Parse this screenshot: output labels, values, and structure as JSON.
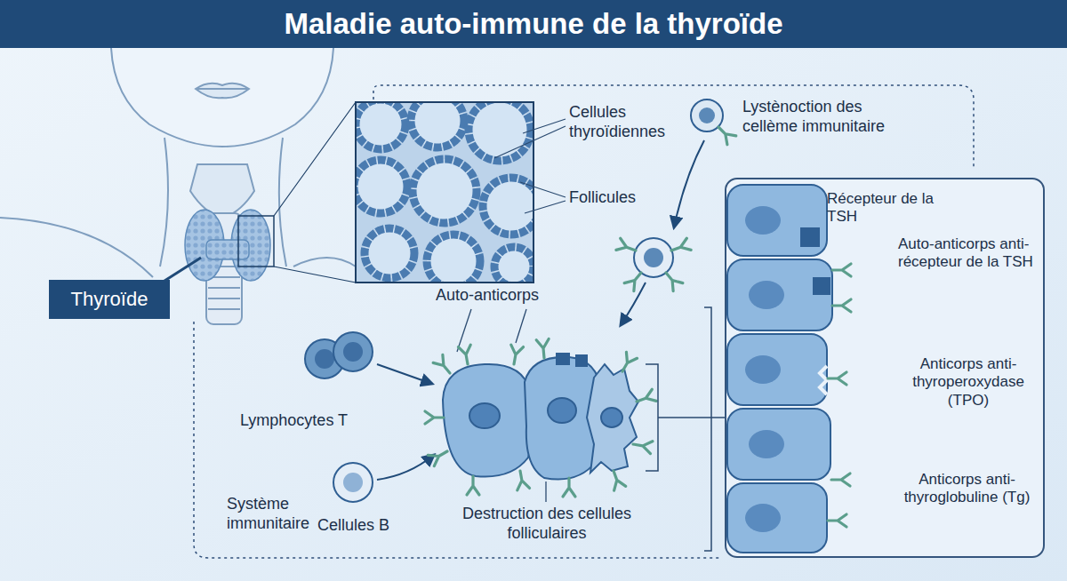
{
  "diagram": {
    "title": "Maladie auto-immune de la thyroïde",
    "nodes": [
      {
        "text": [
          "Thyroïde"
        ]
      },
      {
        "text": [
          "Récepteur de la TSH",
          "Auto-anticorps anti-récepteur de la TSH",
          "Anticorps anti-thyroperoxydase (TPO)",
          "Anticorps anti-thyroglobuline (Tg)"
        ]
      }
    ],
    "labels": [
      "Cellules thyroïdiennes",
      "Follicules",
      "Lystènoction des cellème immunitaire",
      "Auto-anticorps",
      "Lymphocytes T",
      "Système immunitaire",
      "Cellules B",
      "Destruction des cellules folliculaires"
    ]
  }
}
